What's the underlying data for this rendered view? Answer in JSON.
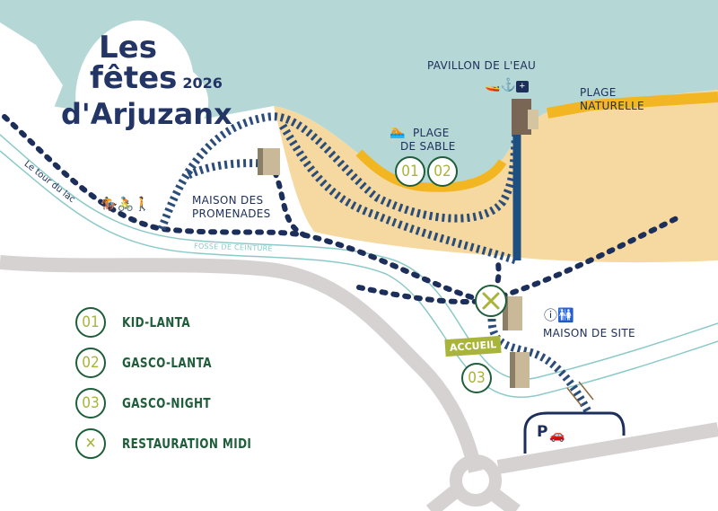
{
  "title": {
    "line1": "Les",
    "line2": "fêtes",
    "year": "2026",
    "line3": "d'Arjuzanx"
  },
  "places": {
    "pavillon": "PAVILLON DE L'EAU",
    "plage_naturelle": [
      "PLAGE",
      "NATURELLE"
    ],
    "plage_sable": [
      "PLAGE",
      "DE SABLE"
    ],
    "maison_promenades": [
      "MAISON DES",
      "PROMENADES"
    ],
    "maison_site": "MAISON DE SITE",
    "fosse": "FOSSE DE CEINTURE",
    "tour_lac": "Le tour du lac",
    "accueil": "ACCUEIL",
    "parking": "P"
  },
  "badges": {
    "b01": "01",
    "b02": "02",
    "b03": "03"
  },
  "legend": [
    {
      "code": "01",
      "label": "KID-LANTA"
    },
    {
      "code": "02",
      "label": "GASCO-LANTA"
    },
    {
      "code": "03",
      "label": "GASCO-NIGHT"
    },
    {
      "code": "",
      "label": "RESTAURATION MIDI",
      "icon": "fork-knife-icon"
    }
  ],
  "icons": {
    "pavillon": [
      "jet-ski-icon",
      "anchor-icon",
      "first-aid-icon"
    ],
    "plage_sable": "swimmer-icon",
    "tour_lac": [
      "horse-rider-icon",
      "cyclist-icon",
      "hiker-icon"
    ],
    "maison_site": [
      "info-icon",
      "toilets-icon"
    ],
    "parking": "car-icon"
  },
  "colors": {
    "lake": "#b5d8d7",
    "sand": "#f6d9a0",
    "shore": "#f2b622",
    "navy": "#1c2e5a",
    "green": "#1e5e3a",
    "olive": "#a8b43a",
    "road": "#d6d2d2"
  }
}
